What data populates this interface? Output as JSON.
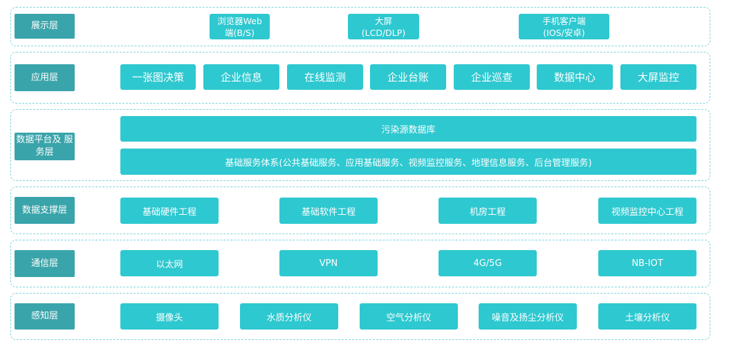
{
  "layers": {
    "presentation": {
      "label": "展示层",
      "items": [
        "浏览器Web\n端(B/S)",
        "大屏\n(LCD/DLP)",
        "手机客户端\n(IOS/安卓)"
      ]
    },
    "application": {
      "label": "应用层",
      "items": [
        "一张图决策",
        "企业信息",
        "在线监测",
        "企业台账",
        "企业巡查",
        "数据中心",
        "大屏监控"
      ]
    },
    "data_platform": {
      "label": "数据平台及\n服务层",
      "items": [
        "污染源数据库",
        "基础服务体系(公共基础服务、应用基础服务、视频监控服务、地理信息服务、后台管理服务)"
      ]
    },
    "data_support": {
      "label": "数据支撑层",
      "items": [
        "基础硬件工程",
        "基础软件工程",
        "机房工程",
        "视频监控中心工程"
      ]
    },
    "communication": {
      "label": "通信层",
      "items": [
        "以太网",
        "VPN",
        "4G/5G",
        "NB-IOT"
      ]
    },
    "perception": {
      "label": "感知层",
      "items": [
        "摄像头",
        "水质分析仪",
        "空气分析仪",
        "噪音及扬尘分析仪",
        "土壤分析仪"
      ]
    }
  }
}
